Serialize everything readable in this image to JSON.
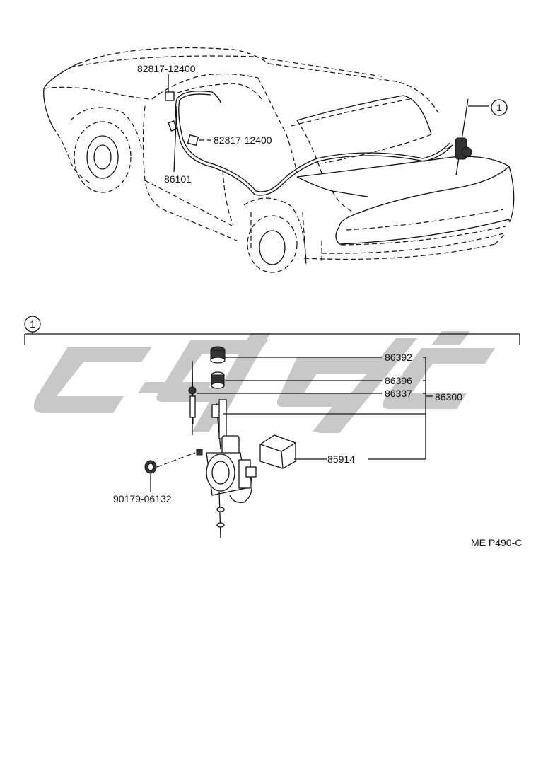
{
  "callout": {
    "marker": "1"
  },
  "labels": {
    "trim_clip_upper": "82817-12400",
    "trim_clip_lower": "82817-12400",
    "cord": "86101",
    "cap": "86392",
    "bushing": "86396",
    "mast": "86337",
    "antenna_assembly": "86300",
    "relay": "85914",
    "nut": "90179-06132"
  },
  "diagram_code": "ME P490-C"
}
